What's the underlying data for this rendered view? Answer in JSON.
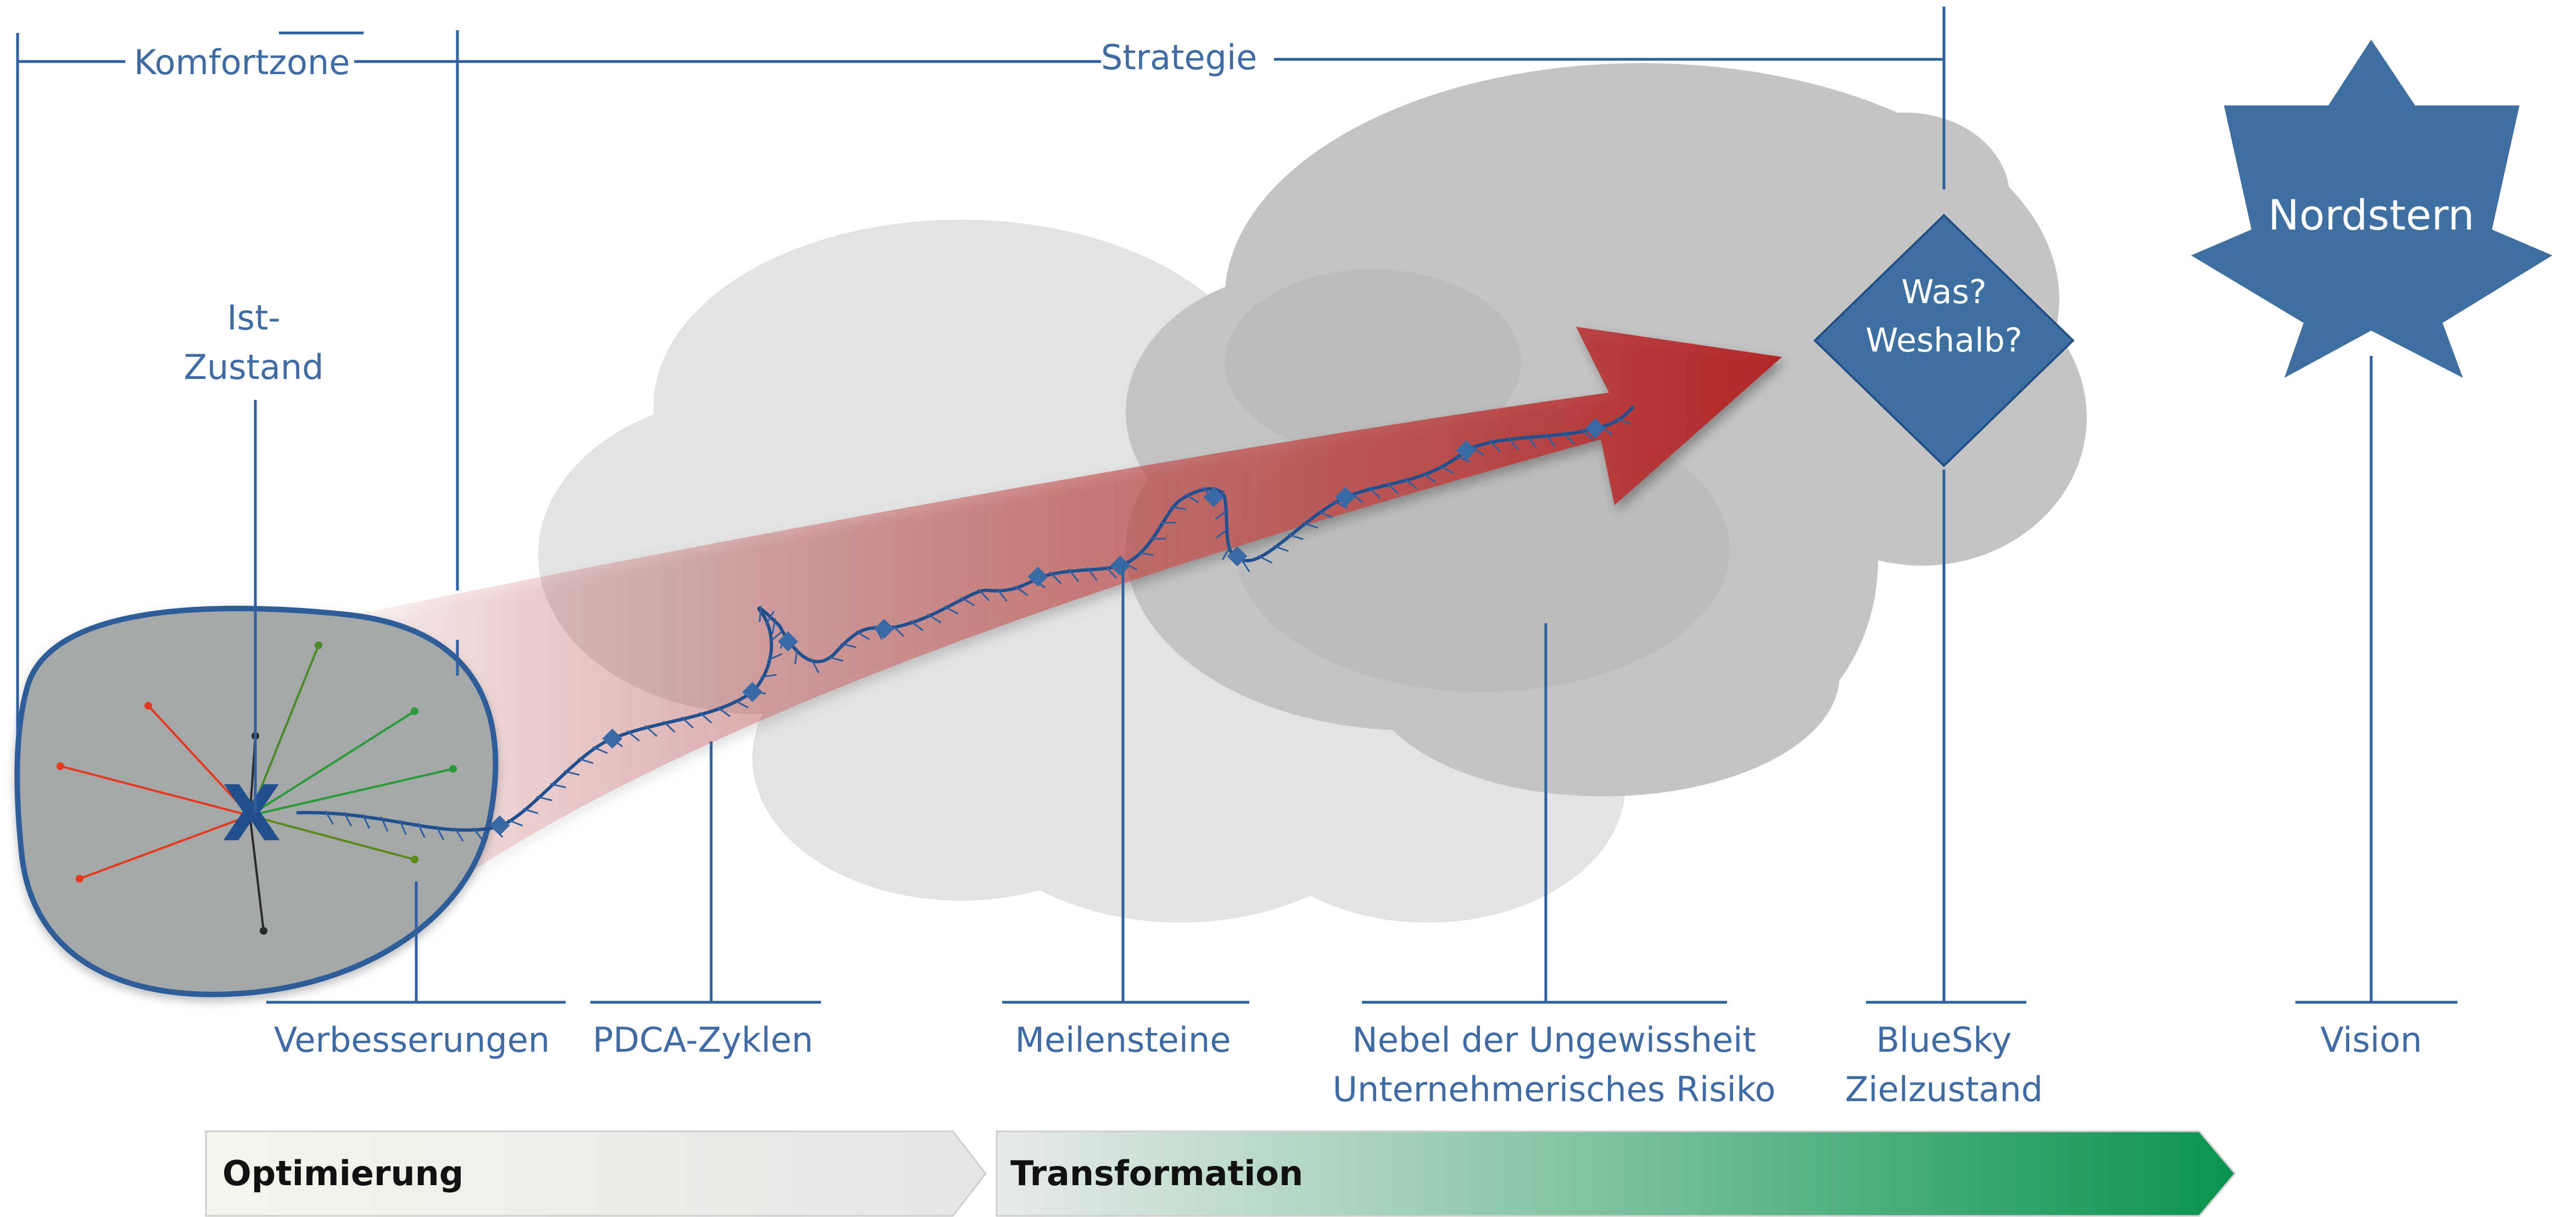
{
  "top": {
    "comfort_zone": "Komfortzone",
    "strategy": "Strategie"
  },
  "labels": {
    "current_state_line1": "Ist-",
    "current_state_line2": "Zustand",
    "improvements": "Verbesserungen",
    "pdca": "PDCA-Zyklen",
    "milestones": "Meilensteine",
    "fog_line1": "Nebel der Ungewissheit",
    "fog_line2": "Unternehmerisches Risiko",
    "bluesky_line1": "BlueSky",
    "bluesky_line2": "Zielzustand",
    "vision": "Vision"
  },
  "diamond": {
    "line1": "Was?",
    "line2": "Weshalb?"
  },
  "star": {
    "label": "Nordstern"
  },
  "current_state_marker": "X",
  "phases": [
    {
      "label": "Optimierung"
    },
    {
      "label": "Transformation"
    }
  ],
  "colors": {
    "blue": "#3e6fa0",
    "line_blue": "#2f5f9e",
    "arrow_red": "#b83030",
    "cloud_light": "#e3e3e3",
    "cloud_dark": "#c4c4c4",
    "oval_fill": "#a4a8a8",
    "phase_green": "#0a9450"
  }
}
